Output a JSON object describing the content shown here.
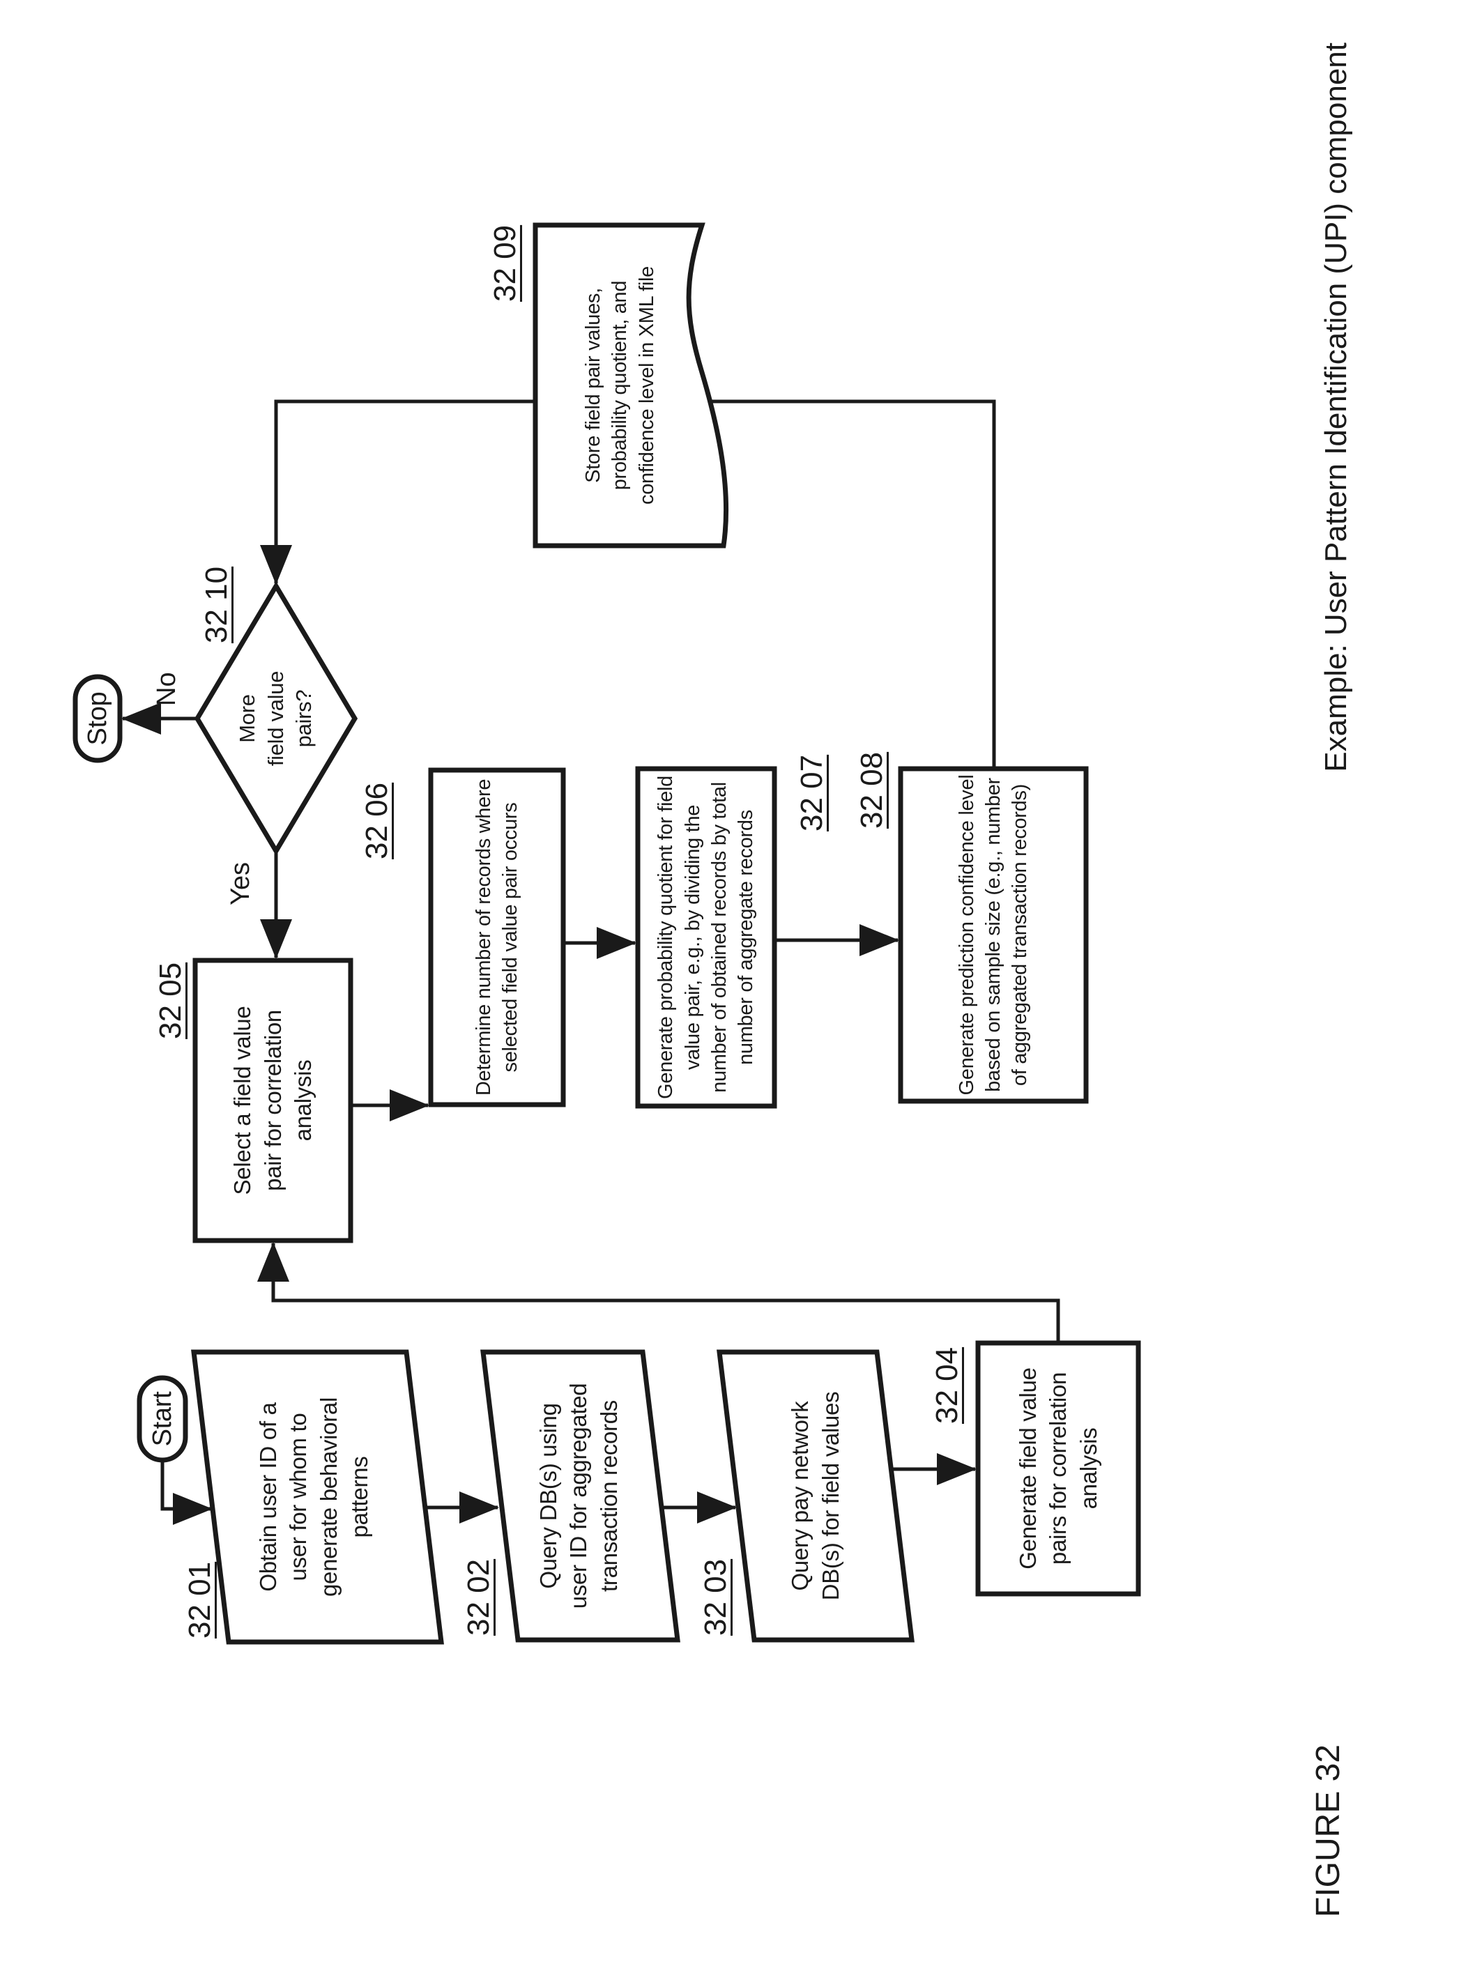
{
  "figure": {
    "figure_label": "FIGURE 32",
    "caption": "Example: User Pattern Identification (UPI) component"
  },
  "colors": {
    "ink": "#1a1a1a",
    "paper": "#ffffff"
  },
  "flowchart": {
    "start_label": "Start",
    "stop_label": "Stop",
    "yes_label": "Yes",
    "no_label": "No",
    "nodes": {
      "n3201": {
        "ref": "32 01",
        "shape": "parallelogram",
        "text": "Obtain user ID of a\nuser for whom to\ngenerate behavioral\npatterns"
      },
      "n3202": {
        "ref": "32 02",
        "shape": "parallelogram",
        "text": "Query DB(s) using\nuser ID for aggregated\ntransaction records"
      },
      "n3203": {
        "ref": "32 03",
        "shape": "parallelogram",
        "text": "Query pay network\nDB(s) for field values"
      },
      "n3204": {
        "ref": "32 04",
        "shape": "process",
        "text": "Generate field value\npairs for correlation\nanalysis"
      },
      "n3205": {
        "ref": "32 05",
        "shape": "process",
        "text": "Select a field value\npair for correlation\nanalysis"
      },
      "n3206": {
        "ref": "32 06",
        "shape": "process",
        "text": "Determine number of records where\nselected field value pair occurs"
      },
      "n3207": {
        "ref": "32 07",
        "shape": "process",
        "text": "Generate probability quotient for field\nvalue pair, e.g., by dividing the\nnumber of obtained records by total\nnumber of aggregate records"
      },
      "n3208": {
        "ref": "32 08",
        "shape": "process",
        "text": "Generate prediction confidence level\nbased on sample size (e.g., number\nof aggregated transaction records)"
      },
      "n3209": {
        "ref": "32 09",
        "shape": "document",
        "text": "Store field pair values,\nprobability quotient, and\nconfidence level in XML file"
      },
      "n3210": {
        "ref": "32 10",
        "shape": "decision",
        "text": "More\nfield value\npairs?"
      }
    }
  }
}
